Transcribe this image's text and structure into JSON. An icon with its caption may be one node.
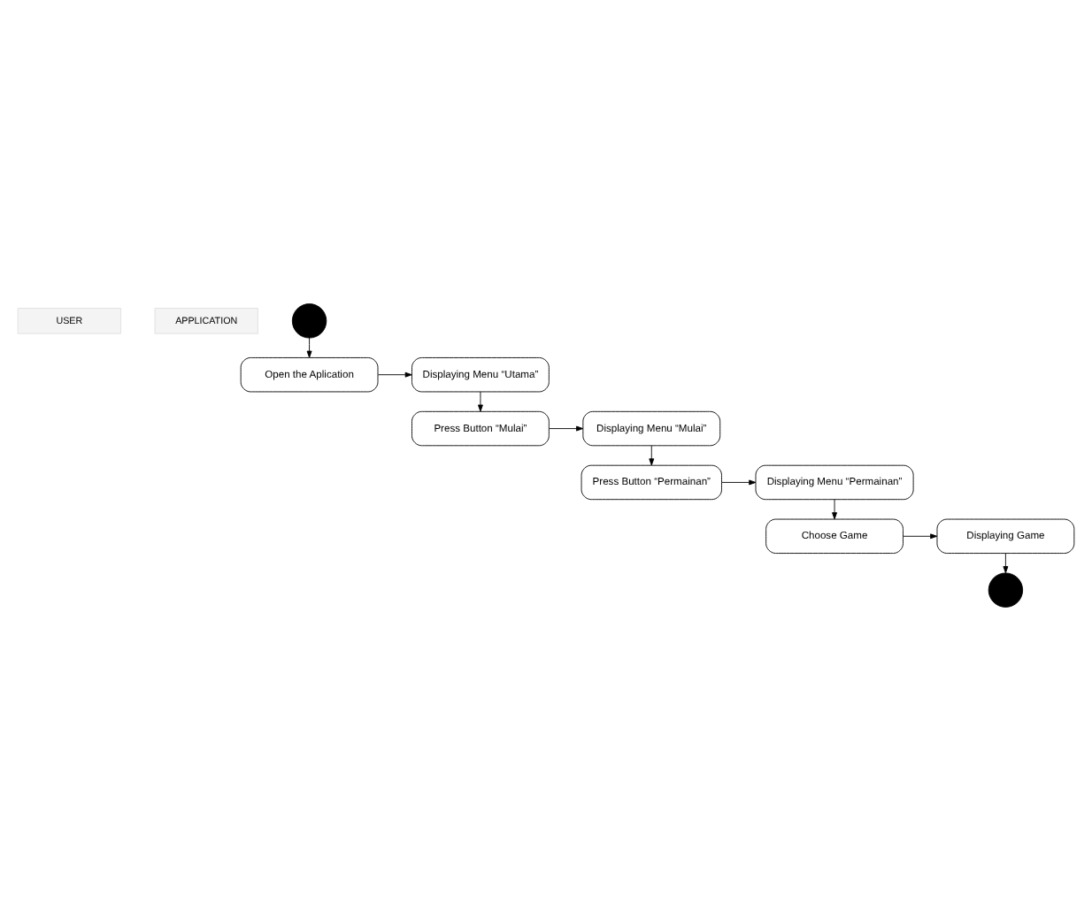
{
  "diagram": {
    "nodes": [
      {
        "text": [
          "USER"
        ]
      },
      {
        "text": [
          "APPLICATION"
        ]
      },
      {
        "text": [],
        "shape": "circle"
      },
      {
        "text": [
          "Open the Aplication"
        ]
      },
      {
        "text": [
          "Displaying Menu “Utama”"
        ]
      },
      {
        "text": [
          "Press Button “Mulai”"
        ]
      },
      {
        "text": [
          "Displaying Menu “Mulai”"
        ]
      },
      {
        "text": [
          "Press Button “Permainan”"
        ]
      },
      {
        "text": [
          "Displaying Menu “Permainan”"
        ]
      },
      {
        "text": [
          "Choose Game"
        ]
      },
      {
        "text": [
          "Displaying Game"
        ]
      },
      {
        "text": [],
        "shape": "circle"
      }
    ],
    "edges": [
      {
        "from": 2,
        "to": 3,
        "arrow": "to"
      },
      {
        "from": 3,
        "to": 4,
        "arrow": "to"
      },
      {
        "from": 4,
        "to": 5,
        "arrow": "to"
      },
      {
        "from": 5,
        "to": 6,
        "arrow": "to"
      },
      {
        "from": 6,
        "to": 7,
        "arrow": "to"
      },
      {
        "from": 7,
        "to": 8,
        "arrow": "to"
      },
      {
        "from": 8,
        "to": 9,
        "arrow": "to"
      },
      {
        "from": 9,
        "to": 10,
        "arrow": "to"
      },
      {
        "from": 10,
        "to": 11,
        "arrow": "to"
      }
    ]
  }
}
